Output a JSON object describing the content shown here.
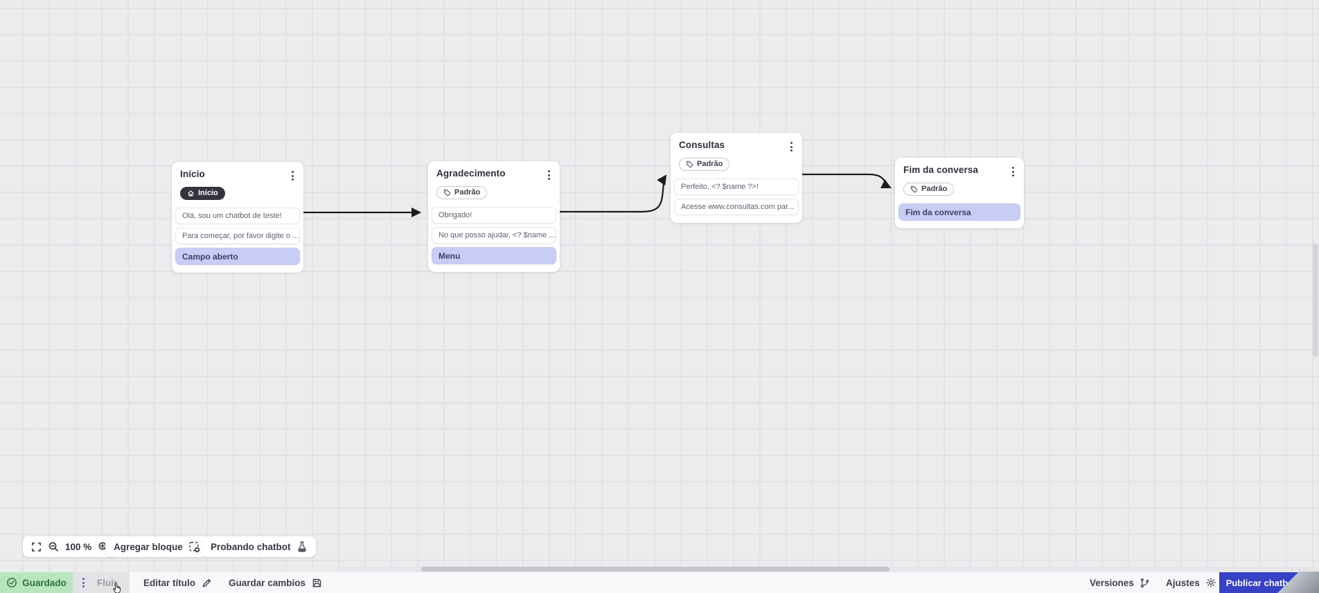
{
  "canvas": {
    "zoom_level": "100 %",
    "add_block_label": "Agregar bloque",
    "test_chatbot_label": "Probando chatbot",
    "nodes": [
      {
        "title": "Início",
        "badge": "Início",
        "messages": [
          "Olá, sou um chatbot de teste!",
          "Para começar, por favor digite o ...",
          "Campo aberto"
        ]
      },
      {
        "title": "Agradecimento",
        "badge": "Padrão",
        "messages": [
          "Obrigado!",
          "No que posso ajudar, <? $name ...",
          "Menu"
        ]
      },
      {
        "title": "Consultas",
        "badge": "Padrão",
        "messages": [
          "Perfeito, <? $name ?>!",
          "Acesse www.consultas.com par..."
        ]
      },
      {
        "title": "Fim da conversa",
        "badge": "Padrão",
        "messages": [
          "Fim da conversa"
        ]
      }
    ]
  },
  "statusbar": {
    "saved_label": "Guardado",
    "flow_tab_label": "Fluir",
    "edit_title_label": "Editar título",
    "save_changes_label": "Guardar cambios",
    "versions_label": "Versiones",
    "settings_label": "Ajustes",
    "publish_label": "Publicar chatbot"
  },
  "colors": {
    "accent_blue": "#3641c5",
    "saved_green_bg": "#b7e6be",
    "saved_green_text": "#2f6d42",
    "highlight_purple": "#c8cdf3",
    "badge_dark": "#33343d",
    "arrow": "#1b1b1b"
  }
}
